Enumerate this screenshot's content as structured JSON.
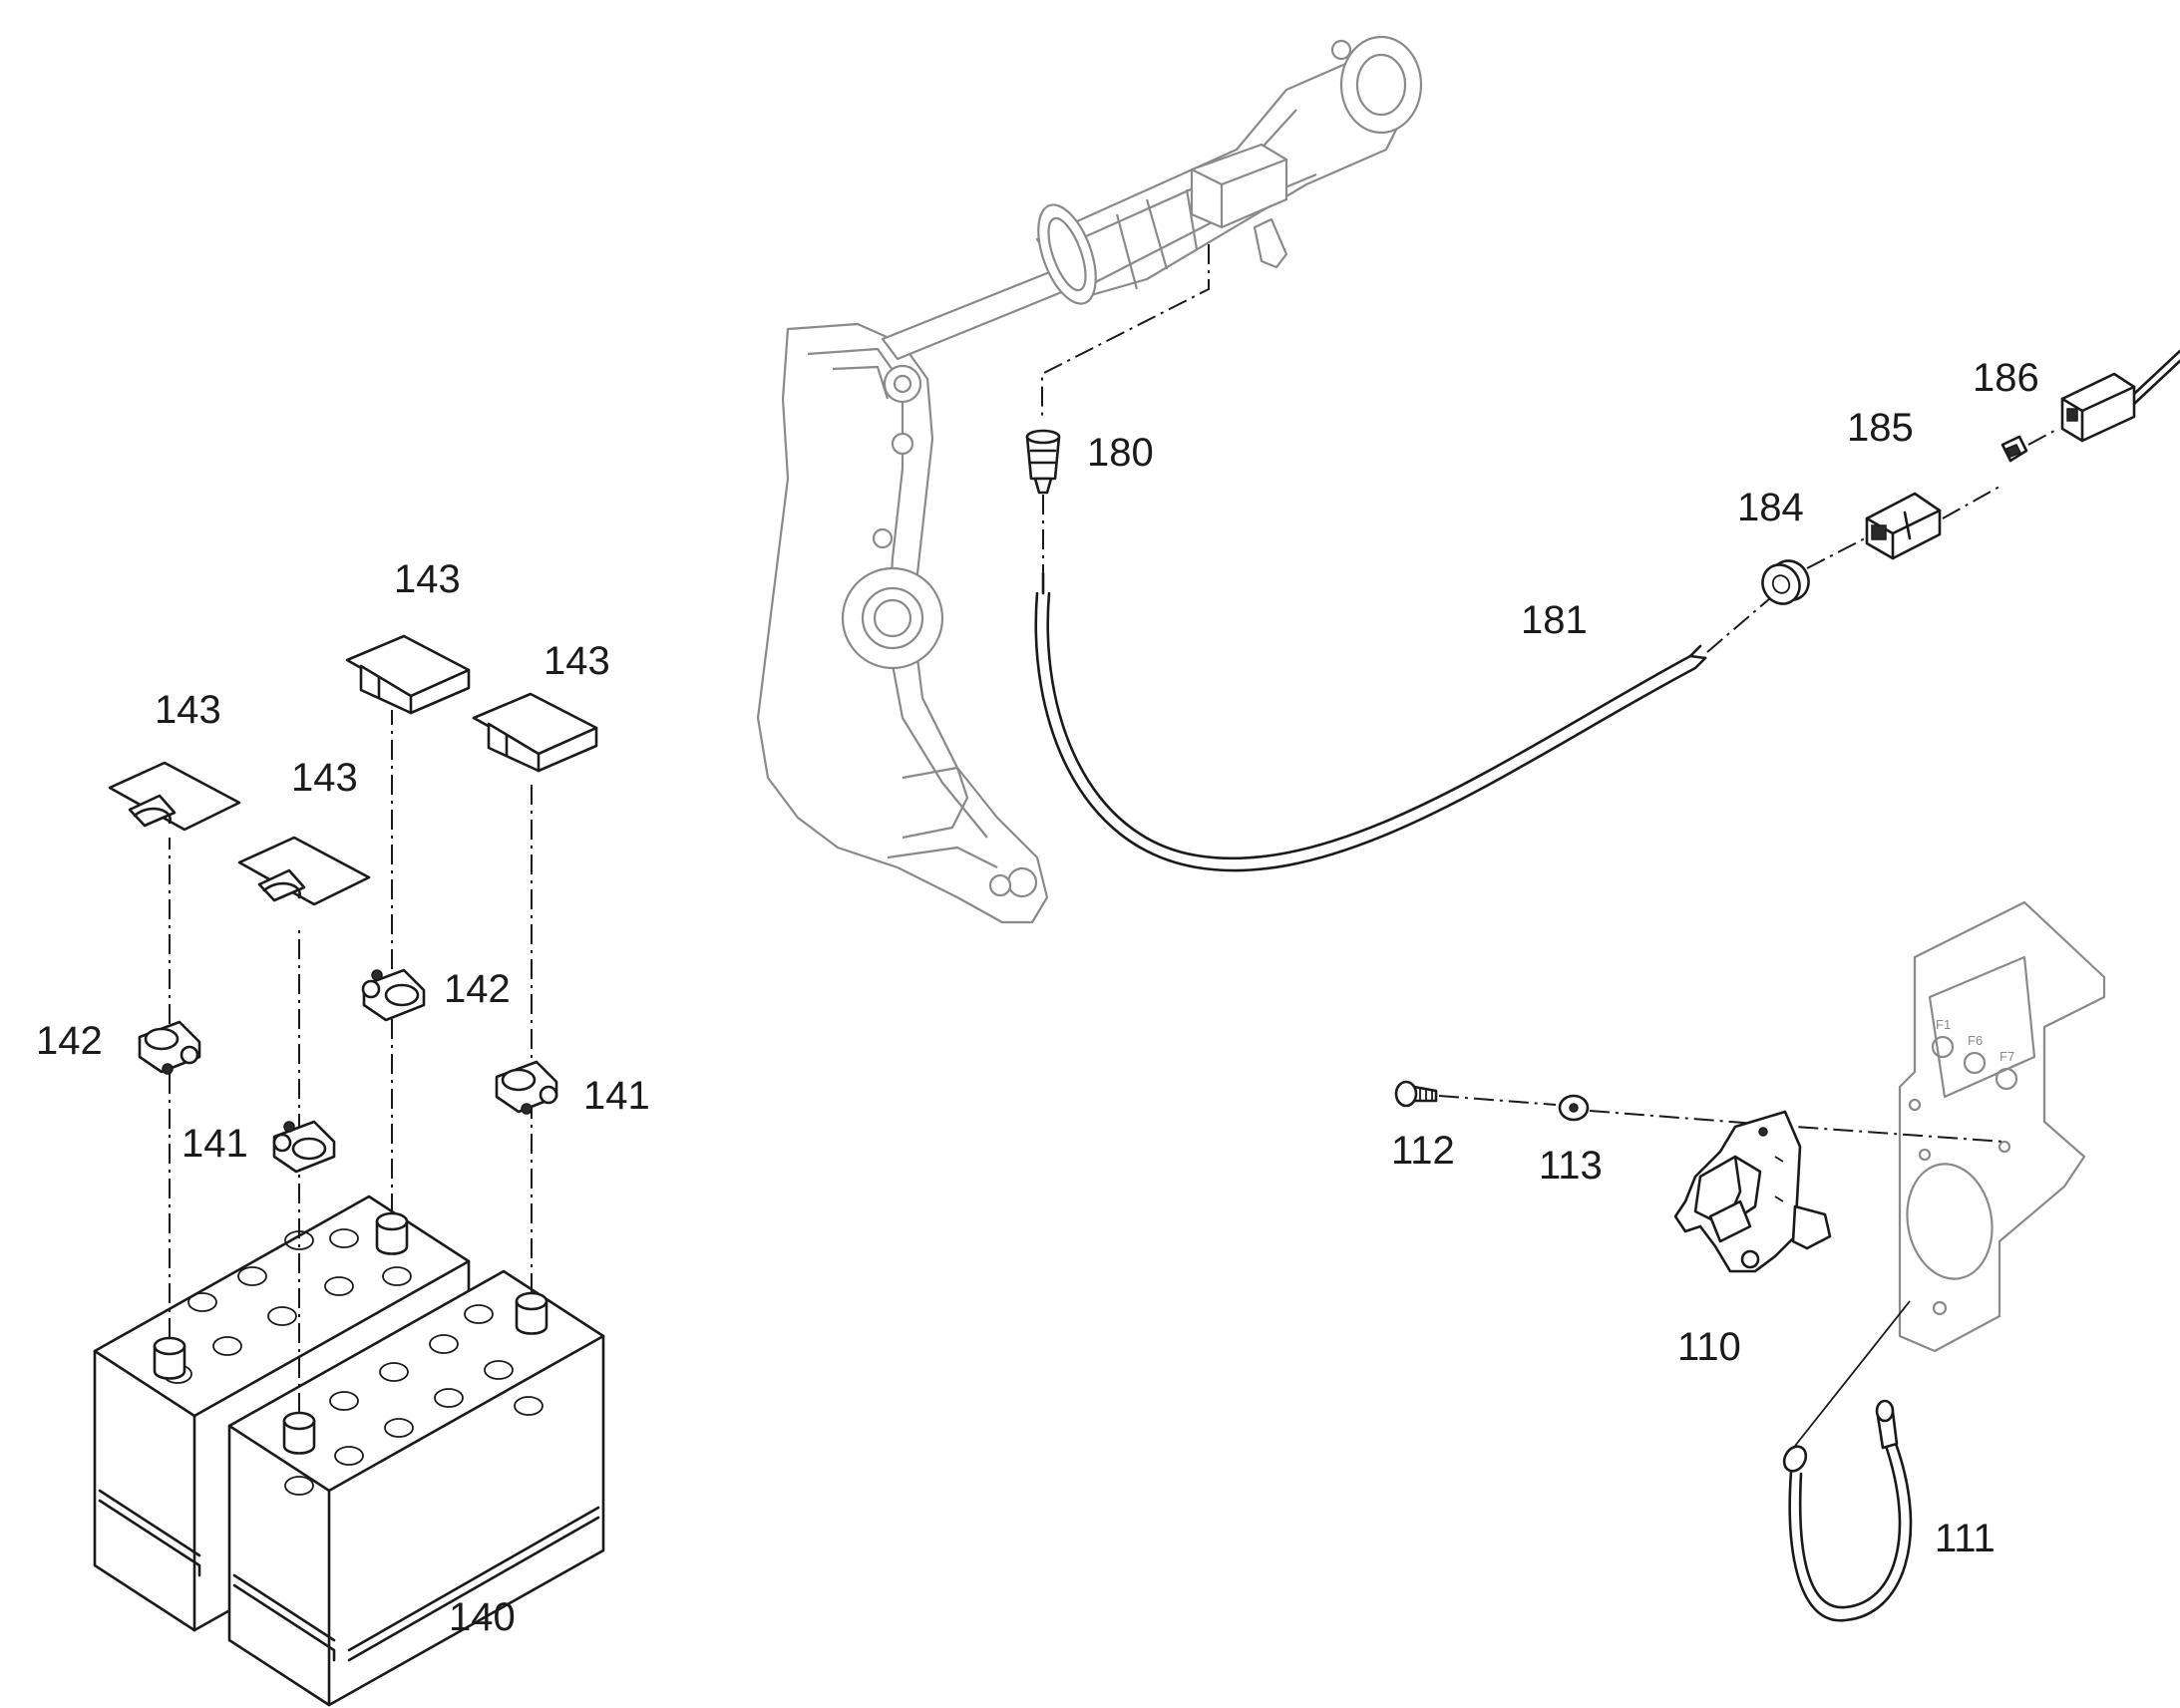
{
  "labels": {
    "p180": "180",
    "p181": "181",
    "p184": "184",
    "p185": "185",
    "p186": "186",
    "p143a": "143",
    "p143b": "143",
    "p143c": "143",
    "p143d": "143",
    "p142a": "142",
    "p142b": "142",
    "p141a": "141",
    "p141b": "141",
    "p140": "140",
    "p112": "112",
    "p113": "113",
    "p110": "110",
    "p111": "111"
  },
  "plate_marks": [
    "F1",
    "F6",
    "F7"
  ]
}
